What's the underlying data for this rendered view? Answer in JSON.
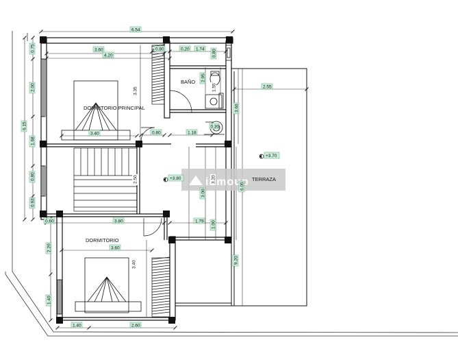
{
  "plan": {
    "rooms": {
      "master_bedroom": "DORMITORIO PRINCIPAL",
      "bedroom": "DORMITORIO",
      "bathroom": "BAÑO",
      "terrace": "TERRAZA"
    },
    "levels": {
      "hall": "+3.80",
      "terrace": "+3.70"
    },
    "dimensions": {
      "top_total": "6.54",
      "top_360": "3.60",
      "top_420": "4.20",
      "top_080": "0.80",
      "top_020": "0.20",
      "top_174": "1.74",
      "bath_080": "0.80",
      "bath_295": "2.95",
      "bath_155": "1.55",
      "bed_335": "3.35",
      "bed_340": "3.40",
      "door_080": "0.80",
      "hall_118": "1.18",
      "left_075": "0.75",
      "left_200": "2.00",
      "left_615": "6.15",
      "left_168": "1.68",
      "left_080": "0.80",
      "left_093": "0.93",
      "left_060": "0.60",
      "stair_250": "2.50",
      "terr_255": "2.55",
      "terr_366": "3.66",
      "terr_605": "6.05",
      "terr_920": "9.20",
      "hall_300": "3.00",
      "hall_320": "3.20",
      "hall_179": "1.79",
      "hall_100": "1.00",
      "bed2_380": "3.80",
      "bed2_360": "3.60",
      "bed2_340": "3.40",
      "bed2_220": "2.20",
      "bed2_140": "1.40",
      "bot_140": "1.40",
      "bot_260": "2.60",
      "small_030": "0.30"
    },
    "watermark": "inmoup"
  },
  "colors": {
    "line": "#1a1a1a",
    "dim_label_bg": "#cdeedd",
    "dim_label_border": "#58a878",
    "watermark_bg": "#c9c9c9"
  }
}
